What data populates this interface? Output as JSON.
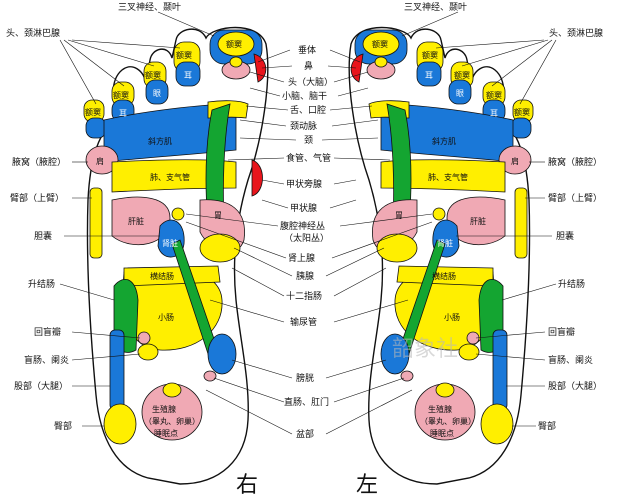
{
  "colors": {
    "yellow": "#ffef00",
    "blue": "#1a78d8",
    "pink": "#f0a9b4",
    "green": "#14a531",
    "red": "#e8151c",
    "outline": "#111111"
  },
  "labels": {
    "trigeminal": "三叉神经、颞叶",
    "head_neck_lymph": "头、颈淋巴腺",
    "pituitary": "垂体",
    "nose": "鼻",
    "head_brain": "头（大脑）",
    "cerebellum": "小脑、脑干",
    "tongue_mouth": "舌、口腔",
    "carotid": "颈动脉",
    "neck": "颈",
    "esophagus": "食管、气管",
    "parathyroid": "甲状旁腺",
    "thyroid": "甲状腺",
    "celiac_plexus": "腹腔神经丛",
    "solar_plexus": "（太阳丛）",
    "adrenal": "肾上腺",
    "pancreas": "胰腺",
    "duodenum": "十二指肠",
    "ureter": "输尿管",
    "bladder": "膀胱",
    "rectum_anus": "直肠、肛门",
    "pelvis": "盆部",
    "armpit": "腋窝（腋腔）",
    "upper_arm": "臂部（上臂）",
    "gallbladder": "胆囊",
    "ascending_colon": "升结肠",
    "ileocecal": "回盲瓣",
    "appendix": "盲肠、阑炎",
    "thigh": "股部（大腿）",
    "hip": "臀部",
    "right_foot": "右",
    "left_foot": "左"
  },
  "zones": {
    "sinus": "额窦",
    "ear": "耳",
    "eye": "眼",
    "trapezius": "斜方肌",
    "shoulder": "肩",
    "lung": "肺、支气管",
    "liver": "肝脏",
    "stomach": "胃",
    "kidney": "肾脏",
    "transverse_colon": "横结肠",
    "small_intestine": "小肠",
    "genital_1": "生殖腺",
    "genital_2": "（睾丸、卵巢）",
    "insomnia": "睡眠点"
  },
  "watermark": "韶象社"
}
